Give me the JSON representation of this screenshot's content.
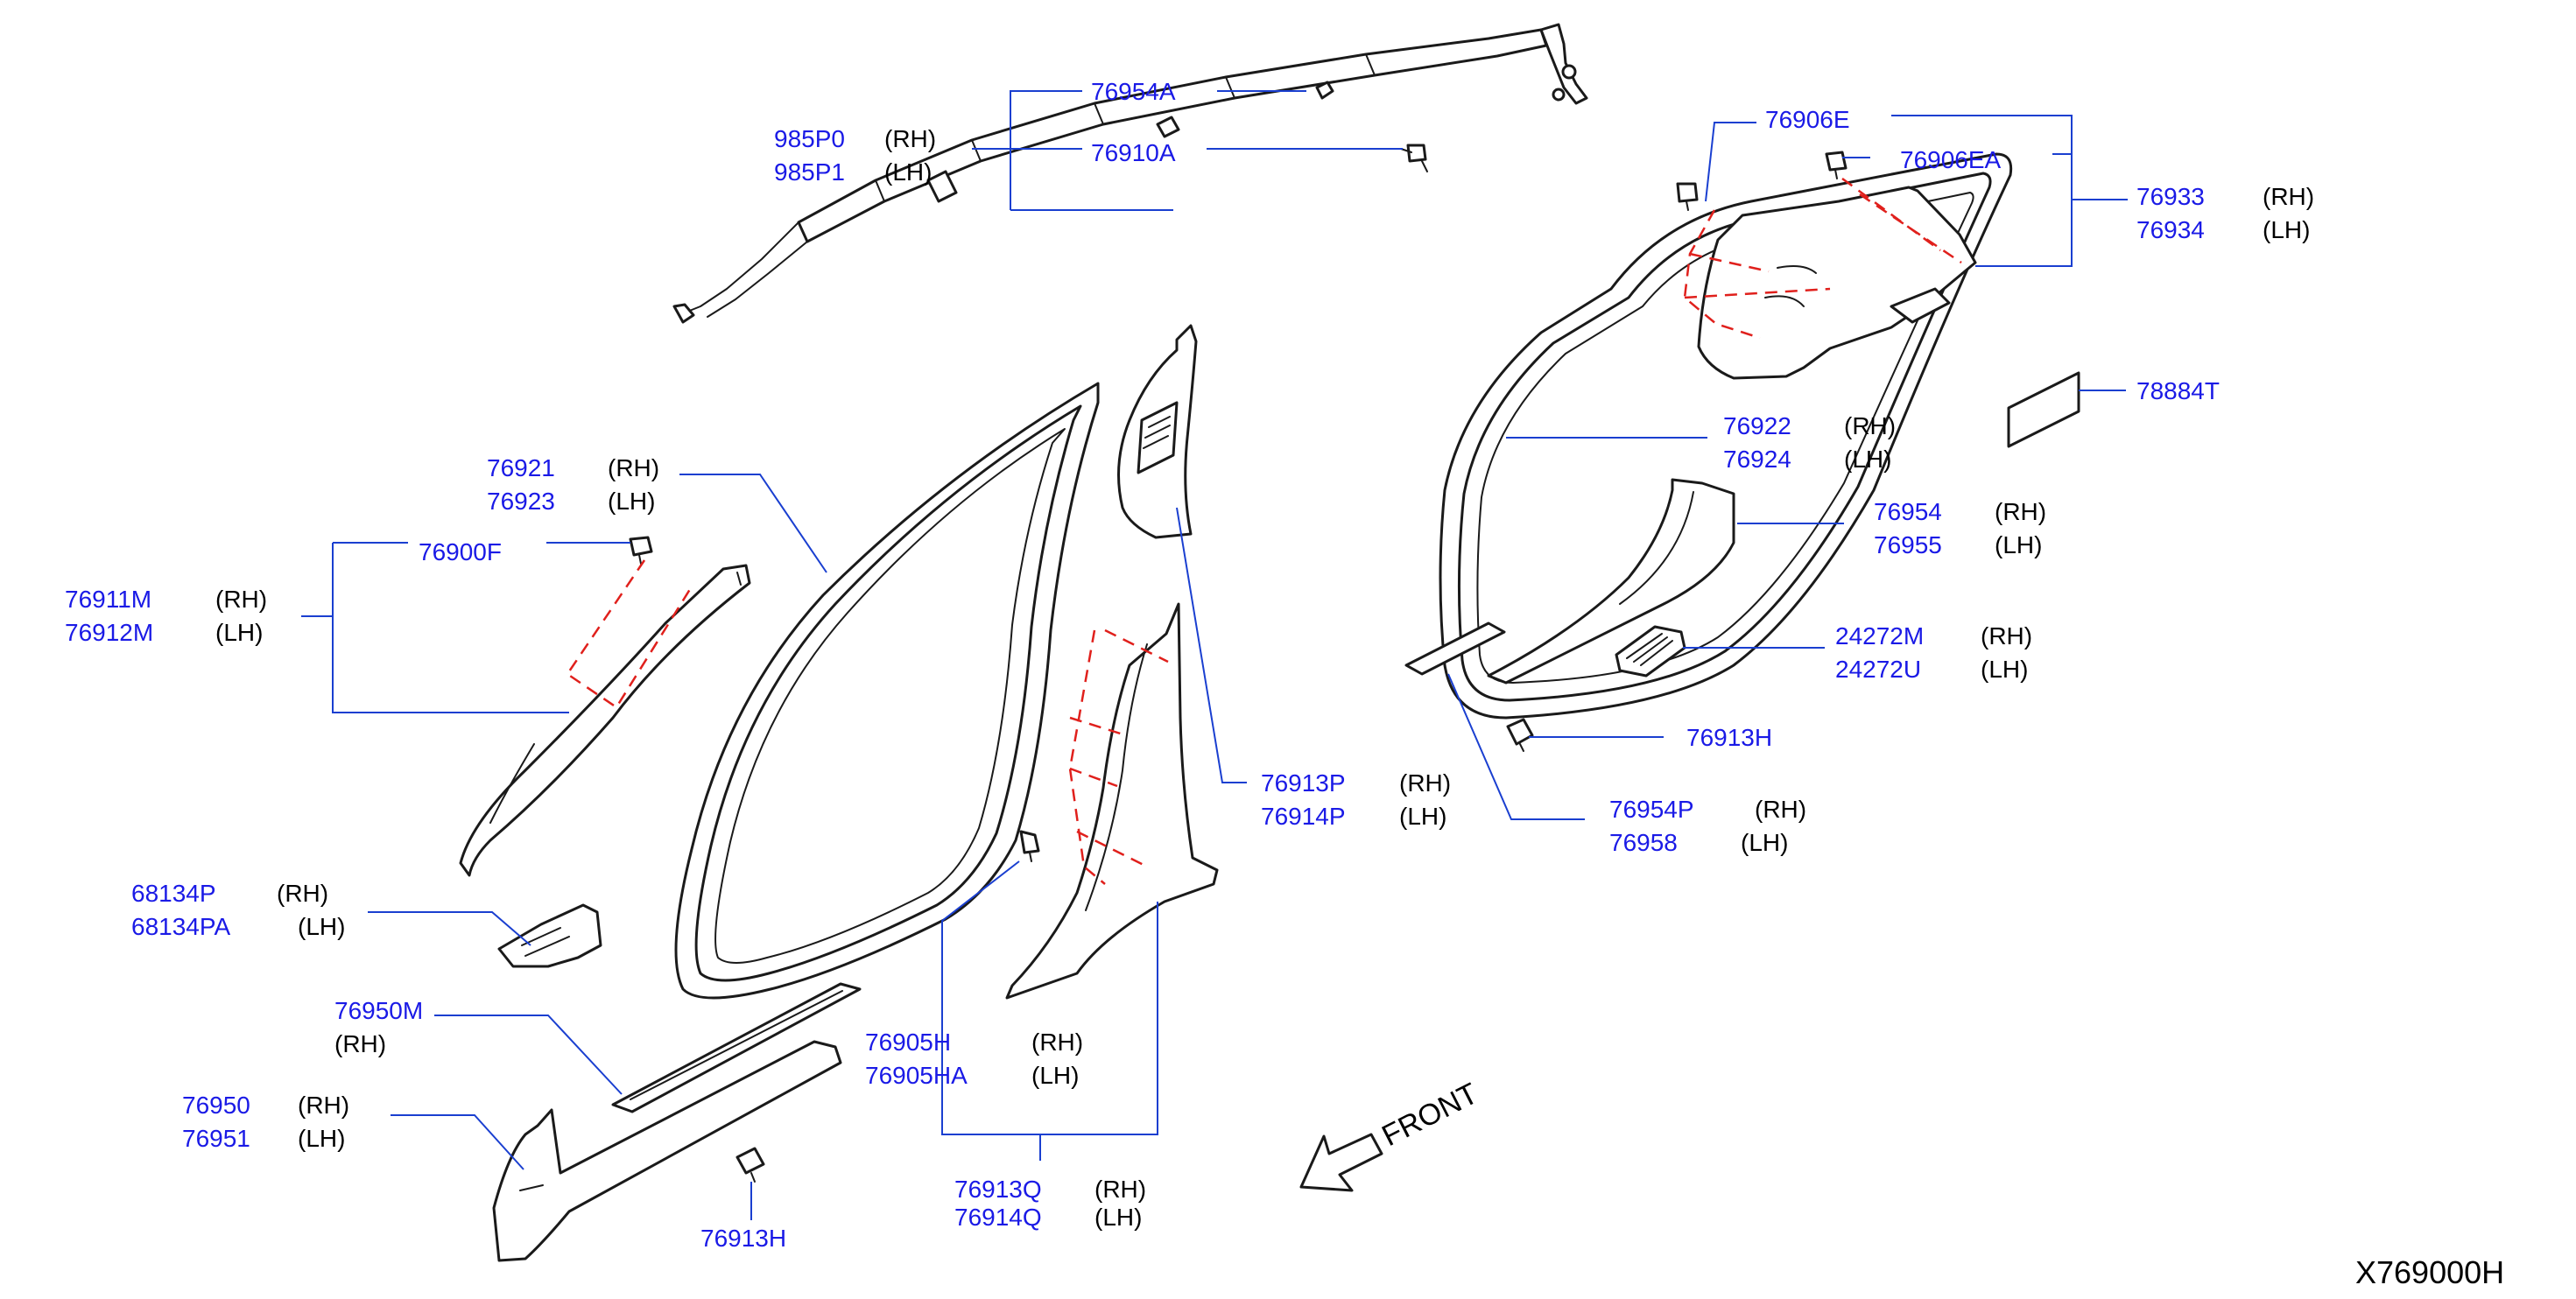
{
  "colors": {
    "part_number": "#1a1ae6",
    "leader": "#1a3fd0",
    "fastener_path": "#e0201c",
    "outline": "#1a1a1a"
  },
  "labels": {
    "p985P0": "985P0",
    "p985P0_side": "(RH)",
    "p985P1": "985P1",
    "p985P1_side": "(LH)",
    "p76954A": "76954A",
    "p76910A": "76910A",
    "p76906E": "76906E",
    "p76906EA": "76906EA",
    "p76933": "76933",
    "p76933_side": "(RH)",
    "p76934": "76934",
    "p76934_side": "(LH)",
    "p78884T": "78884T",
    "p76922": "76922",
    "p76922_side": "(RH)",
    "p76924": "76924",
    "p76924_side": "(LH)",
    "p76921": "76921",
    "p76921_side": "(RH)",
    "p76923": "76923",
    "p76923_side": "(LH)",
    "p76900F": "76900F",
    "p76911M": "76911M",
    "p76911M_side": "(RH)",
    "p76912M": "76912M",
    "p76912M_side": "(LH)",
    "p76954": "76954",
    "p76954_side": "(RH)",
    "p76955": "76955",
    "p76955_side": "(LH)",
    "p24272M": "24272M",
    "p24272M_side": "(RH)",
    "p24272U": "24272U",
    "p24272U_side": "(LH)",
    "p76913H_a": "76913H",
    "p76913P": "76913P",
    "p76913P_side": "(RH)",
    "p76914P": "76914P",
    "p76914P_side": "(LH)",
    "p76954P": "76954P",
    "p76954P_side": "(RH)",
    "p76958": "76958",
    "p76958_side": "(LH)",
    "p68134P": "68134P",
    "p68134P_side": "(RH)",
    "p68134PA": "68134PA",
    "p68134PA_side": "(LH)",
    "p76950M": "76950M",
    "p76950M_side": "(RH)",
    "p76905H": "76905H",
    "p76905H_side": "(RH)",
    "p76905HA": "76905HA",
    "p76905HA_side": "(LH)",
    "p76950": "76950",
    "p76950_side": "(RH)",
    "p76951": "76951",
    "p76951_side": "(LH)",
    "p76913Q": "76913Q",
    "p76913Q_side": "(RH)",
    "p76914Q": "76914Q",
    "p76914Q_side": "(LH)",
    "p76913H_b": "76913H"
  },
  "front_label": "FRONT",
  "diagram_ref": "X769000H"
}
